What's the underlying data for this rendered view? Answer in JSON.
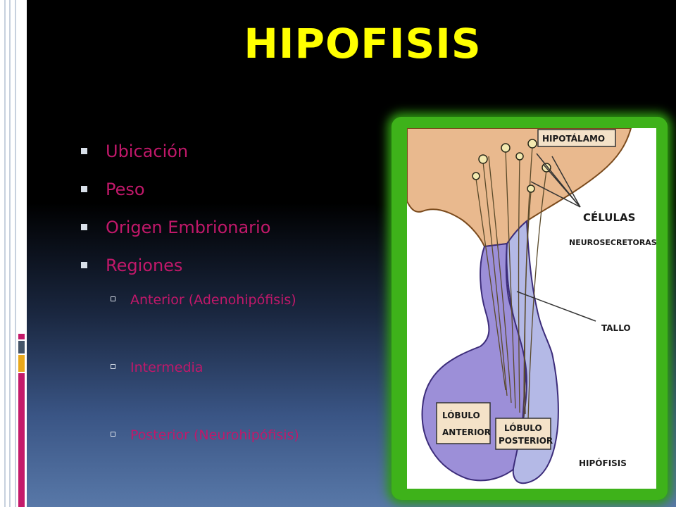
{
  "slide": {
    "title": "Hipofisis",
    "bullets": [
      "Ubicación",
      "Peso",
      "Origen Embrionario",
      "Regiones"
    ],
    "sub_bullets": [
      "Anterior (Adenohipófisis)",
      "Intermedia",
      "Posterior (Neurohipófisis)"
    ]
  },
  "figure": {
    "labels": {
      "hipotalamo": "HIPOTÁLAMO",
      "celulas": "CÉLULAS",
      "neurosecretoras": "NEUROSECRETORAS",
      "tallo": "TALLO",
      "lobulo_anterior_1": "LÓBULO",
      "lobulo_anterior_2": "ANTERIOR",
      "lobulo_posterior_1": "LÓBULO",
      "lobulo_posterior_2": "POSTERIOR",
      "hipofisis": "HIPÓFISIS"
    }
  },
  "colors": {
    "title": "#ffff00",
    "bullet_text": "#c1186a",
    "figure_border": "#3eb21a",
    "hypothalamus": "#e9b98e",
    "anterior_lobe": "#9c8fd8",
    "posterior_lobe": "#b4b9e6"
  }
}
